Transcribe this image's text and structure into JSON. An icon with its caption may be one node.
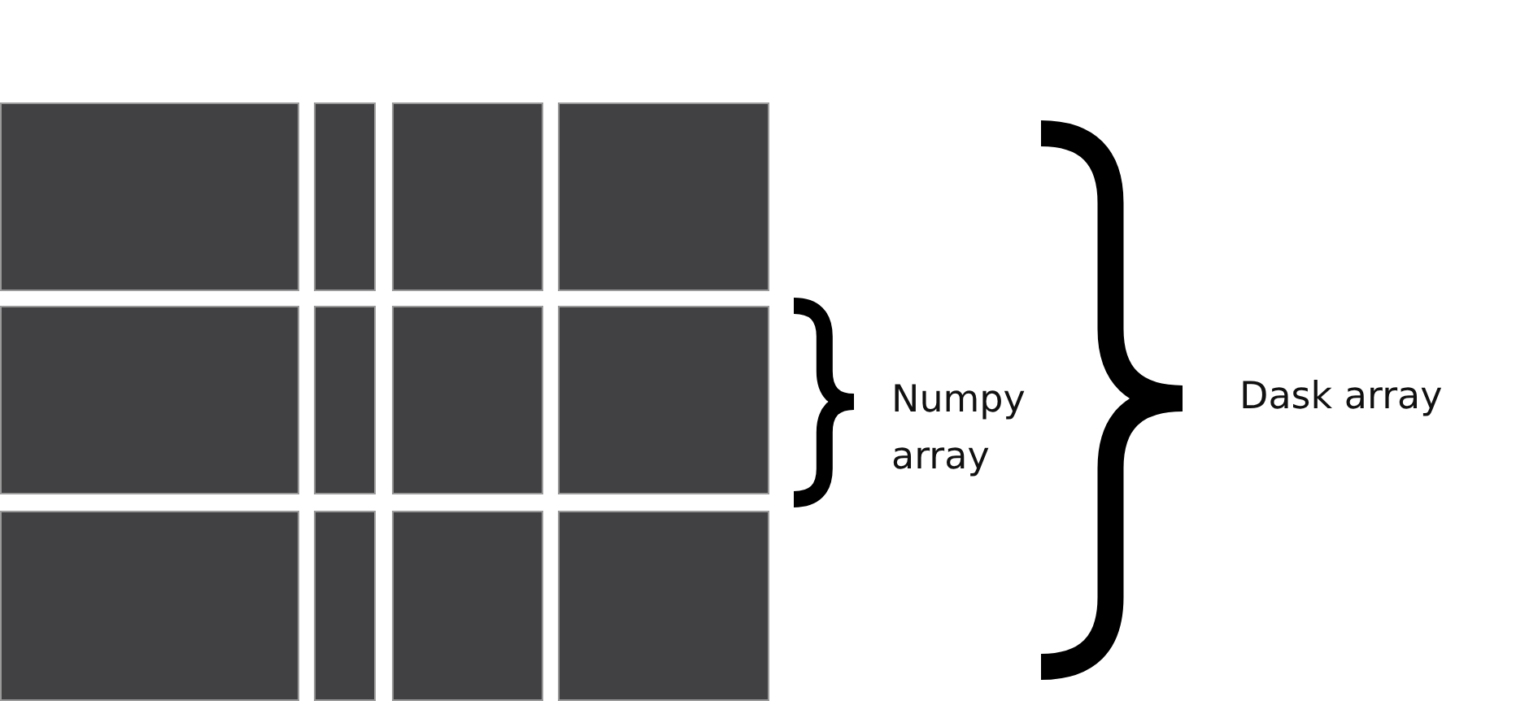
{
  "diagram": {
    "nodes": [
      {
        "text": [],
        "shape": "box"
      },
      {
        "text": [],
        "shape": "box"
      },
      {
        "text": [],
        "shape": "box"
      },
      {
        "text": [],
        "shape": "box"
      },
      {
        "text": [],
        "shape": "box"
      },
      {
        "text": [],
        "shape": "box"
      },
      {
        "text": [],
        "shape": "box"
      },
      {
        "text": [],
        "shape": "box"
      },
      {
        "text": [],
        "shape": "box"
      },
      {
        "text": [],
        "shape": "box"
      },
      {
        "text": [],
        "shape": "box"
      },
      {
        "text": [],
        "shape": "box"
      }
    ],
    "labels": [
      "Numpy array",
      "Dask array"
    ]
  }
}
